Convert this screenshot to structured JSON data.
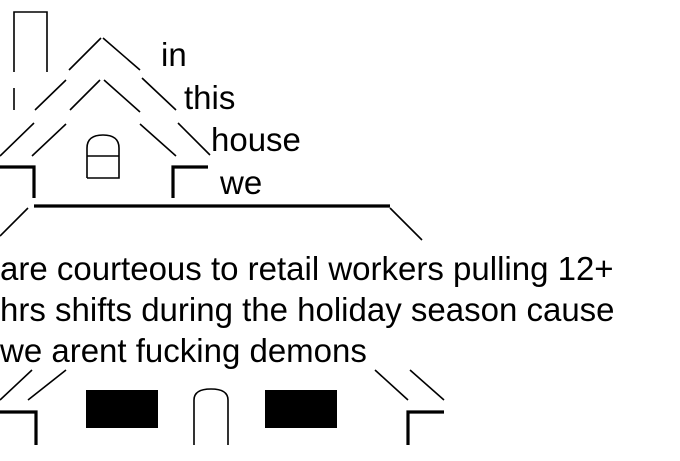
{
  "poem": {
    "words": [
      "in",
      "this",
      "house",
      "we"
    ]
  },
  "message": {
    "lines": [
      "are courteous to retail workers pulling 12+",
      "hrs shifts during the holiday season cause",
      "we arent fucking demons"
    ]
  },
  "colors": {
    "ink": "#000000",
    "background": "#ffffff"
  }
}
